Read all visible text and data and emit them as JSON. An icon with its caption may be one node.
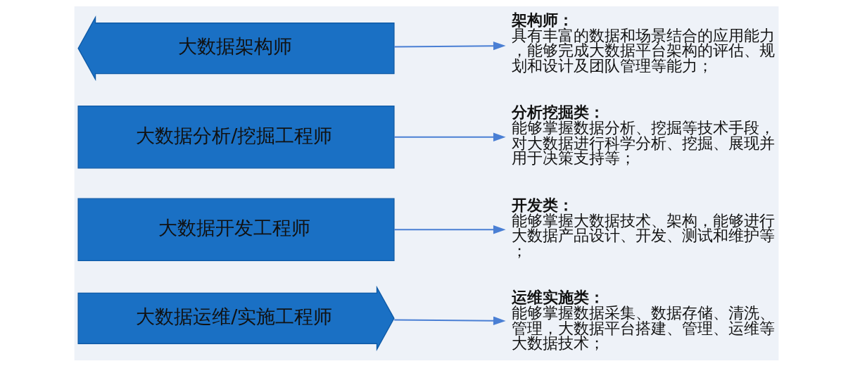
{
  "diagram": {
    "nodes": [
      {
        "text": [
          "大数据架构师"
        ]
      },
      {
        "text": [
          "大数据分析/挖掘工程师"
        ]
      },
      {
        "text": [
          "大数据开发工程师"
        ]
      },
      {
        "text": [
          "大数据运维/实施工程师"
        ]
      },
      {
        "text": [
          "架构师：",
          "具有丰富的数据和场景结合的应用能力，能够完成大数据平台架构的评估、规划和设计及团队管理等能力；"
        ]
      },
      {
        "text": [
          "分析挖掘类：",
          "能够掌握数据分析、挖掘等技术手段，对大数据进行科学分析、挖掘、展现并用于决策支持等；"
        ]
      },
      {
        "text": [
          "开发类：",
          "能够掌握大数据技术、架构，能够进行大数据产品设计、开发、测试和维护等；"
        ]
      },
      {
        "text": [
          "运维实施类：",
          "能够掌握数据采集、数据存储、清洗、管理，大数据平台搭建、管理、运维等大数据技术；"
        ]
      }
    ],
    "edges": [
      {
        "from": 0,
        "to": 4,
        "arrow": "to"
      },
      {
        "from": 1,
        "to": 5,
        "arrow": "to"
      },
      {
        "from": 2,
        "to": 6,
        "arrow": "to"
      },
      {
        "from": 3,
        "to": 7,
        "arrow": "to"
      }
    ]
  }
}
